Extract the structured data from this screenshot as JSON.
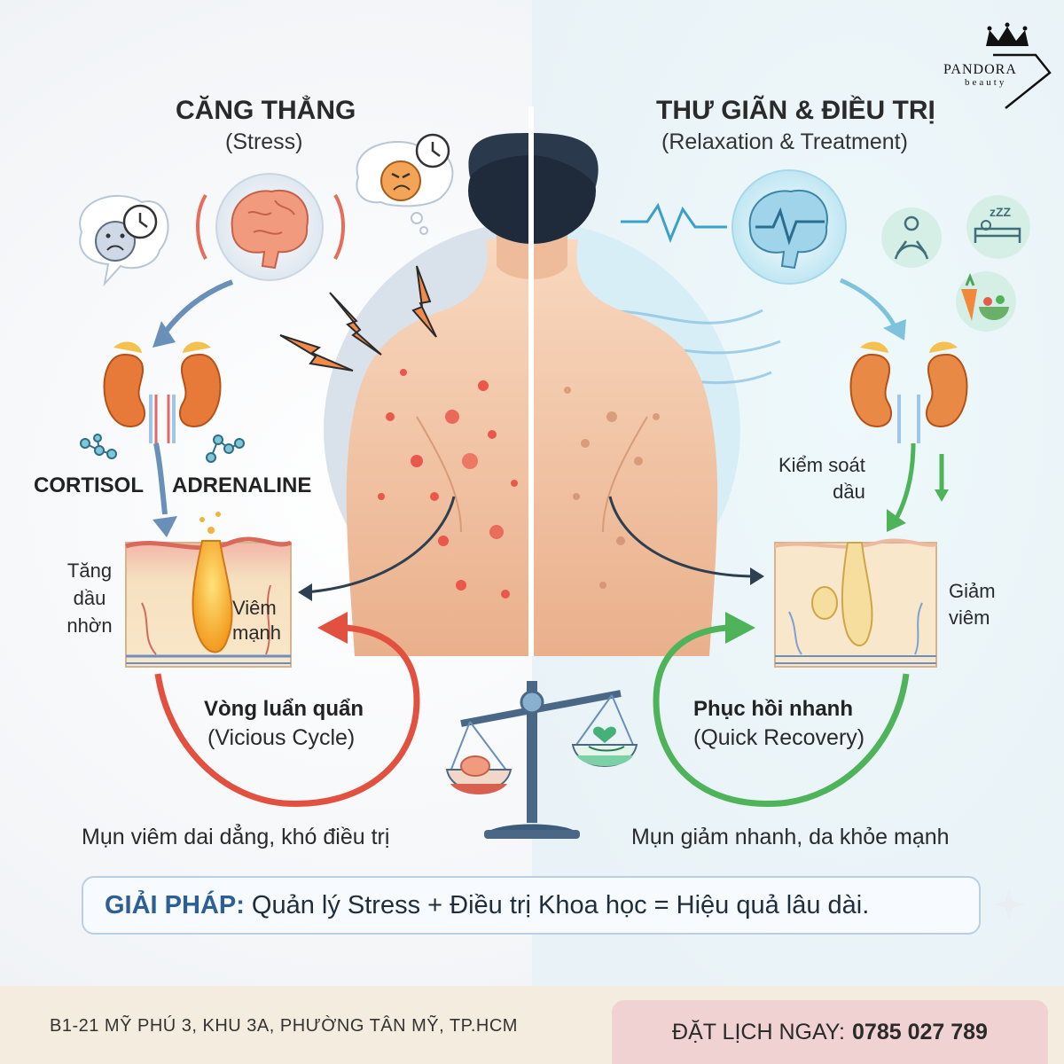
{
  "brand": {
    "name": "PANDORA",
    "tagline": "beauty"
  },
  "left": {
    "title": "CĂNG THẲNG",
    "subtitle": "(Stress)",
    "hormone_1": "CORTISOL",
    "hormone_2": "ADRENALINE",
    "skin_label_line1": "Tăng",
    "skin_label_line2": "dầu",
    "skin_label_line3": "nhờn",
    "inflame_line1": "Viêm",
    "inflame_line2": "mạnh",
    "cycle_title": "Vòng luẩn quẩn",
    "cycle_subtitle": "(Vicious Cycle)",
    "outcome": "Mụn viêm dai dẳng, khó điều trị"
  },
  "right": {
    "title": "THƯ GIÃN & ĐIỀU TRỊ",
    "subtitle": "(Relaxation & Treatment)",
    "oil_line1": "Kiểm soát",
    "oil_line2": "dầu",
    "reduce_line1": "Giảm",
    "reduce_line2": "viêm",
    "cycle_title": "Phục hồi nhanh",
    "cycle_subtitle": "(Quick Recovery)",
    "outcome": "Mụn giảm nhanh, da khỏe mạnh",
    "sleep_text": "zZZ"
  },
  "solution": {
    "keyword": "GIẢI PHÁP:",
    "text": "Quản lý Stress + Điều trị Khoa học = Hiệu quả lâu dài."
  },
  "footer": {
    "address": "B1-21 MỸ PHÚ 3, KHU 3A, PHƯỜNG TÂN MỸ, TP.HCM",
    "cta_label": "ĐẶT LỊCH NGAY:",
    "phone": "0785 027 789"
  },
  "icons": [
    "brain-icon",
    "clock-icon",
    "sad-face-icon",
    "angry-face-icon",
    "kidney-icon",
    "molecule-icon",
    "lightning-icon",
    "meditation-icon",
    "sleep-icon",
    "vegetables-icon",
    "balance-scale-icon",
    "heart-hand-icon",
    "crown-icon",
    "diamond-icon"
  ],
  "colors": {
    "stress_red": "#e2513f",
    "recovery_green": "#4fb35a",
    "arrow_blue": "#6a8fb8",
    "solution_blue": "#2c5f95",
    "footer_bg": "#f4ecdf",
    "cta_bg": "#f1d2d2"
  }
}
